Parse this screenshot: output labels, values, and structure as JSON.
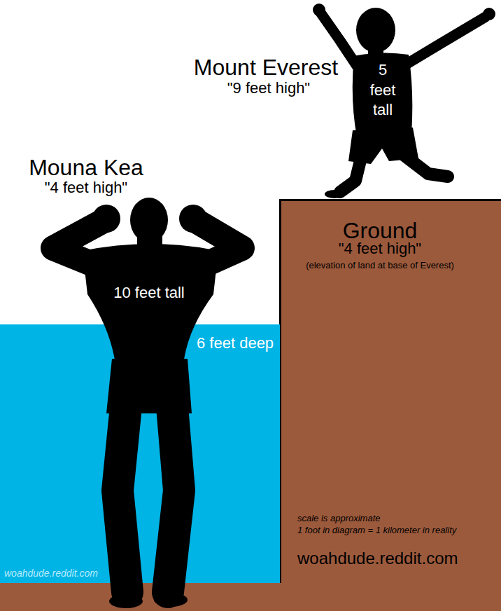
{
  "diagram": {
    "nodes": [
      {
        "text": [
          "Mount Everest",
          "\"9 feet high\"",
          "5 feet tall"
        ]
      },
      {
        "text": [
          "Mouna Kea",
          "\"4 feet high\"",
          "10 feet tall"
        ]
      },
      {
        "text": [
          "Ground",
          "\"4 feet high\"",
          "(elevation of land at base of Everest)"
        ]
      },
      {
        "text": [
          "6 feet deep"
        ]
      }
    ],
    "labels": [
      "scale is approximate",
      "1 foot in diagram = 1 kilometer in reality",
      "woahdude.reddit.com",
      "woahdude.reddit.com"
    ]
  }
}
